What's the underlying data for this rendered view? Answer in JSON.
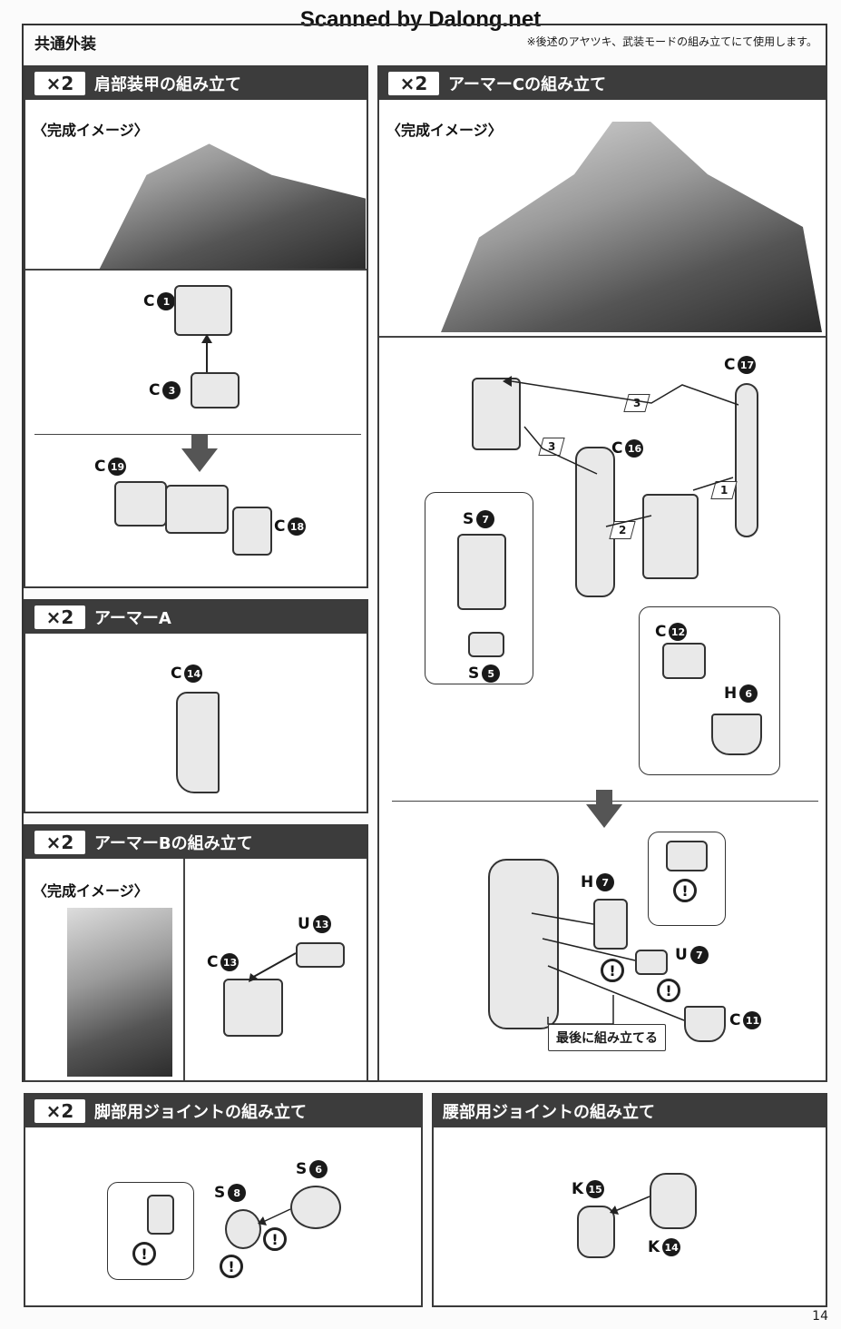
{
  "watermark": "Scanned by Dalong.net",
  "header": {
    "title": "共通外装",
    "note": "※後述のアヤツキ、武装モードの組み立てにて使用します。"
  },
  "sections": {
    "shoulder": {
      "multiplier": "×2",
      "title": "肩部装甲の組み立て",
      "image_label": "〈完成イメージ〉"
    },
    "armor_a": {
      "multiplier": "×2",
      "title": "アーマーA"
    },
    "armor_b": {
      "multiplier": "×2",
      "title": "アーマーBの組み立て",
      "image_label": "〈完成イメージ〉"
    },
    "armor_c": {
      "multiplier": "×2",
      "title": "アーマーCの組み立て",
      "image_label": "〈完成イメージ〉",
      "final_note": "最後に組み立てる"
    },
    "leg_joint": {
      "multiplier": "×2",
      "title": "脚部用ジョイントの組み立て"
    },
    "waist_joint": {
      "title": "腰部用ジョイントの組み立て"
    }
  },
  "parts": {
    "c1": {
      "letter": "C",
      "num": "1"
    },
    "c3": {
      "letter": "C",
      "num": "3"
    },
    "c19": {
      "letter": "C",
      "num": "19"
    },
    "c18": {
      "letter": "C",
      "num": "18"
    },
    "c14": {
      "letter": "C",
      "num": "14"
    },
    "u13": {
      "letter": "U",
      "num": "13"
    },
    "c13": {
      "letter": "C",
      "num": "13"
    },
    "c17": {
      "letter": "C",
      "num": "17"
    },
    "c16": {
      "letter": "C",
      "num": "16"
    },
    "s7": {
      "letter": "S",
      "num": "7"
    },
    "s5": {
      "letter": "S",
      "num": "5"
    },
    "c12": {
      "letter": "C",
      "num": "12"
    },
    "h6": {
      "letter": "H",
      "num": "6"
    },
    "h7": {
      "letter": "H",
      "num": "7"
    },
    "u7": {
      "letter": "U",
      "num": "7"
    },
    "c11": {
      "letter": "C",
      "num": "11"
    },
    "s6": {
      "letter": "S",
      "num": "6"
    },
    "s8": {
      "letter": "S",
      "num": "8"
    },
    "k15": {
      "letter": "K",
      "num": "15"
    },
    "k14": {
      "letter": "K",
      "num": "14"
    }
  },
  "steps": {
    "one": "1",
    "two": "2",
    "three": "3"
  },
  "warning_symbol": "!",
  "page_number": "14"
}
